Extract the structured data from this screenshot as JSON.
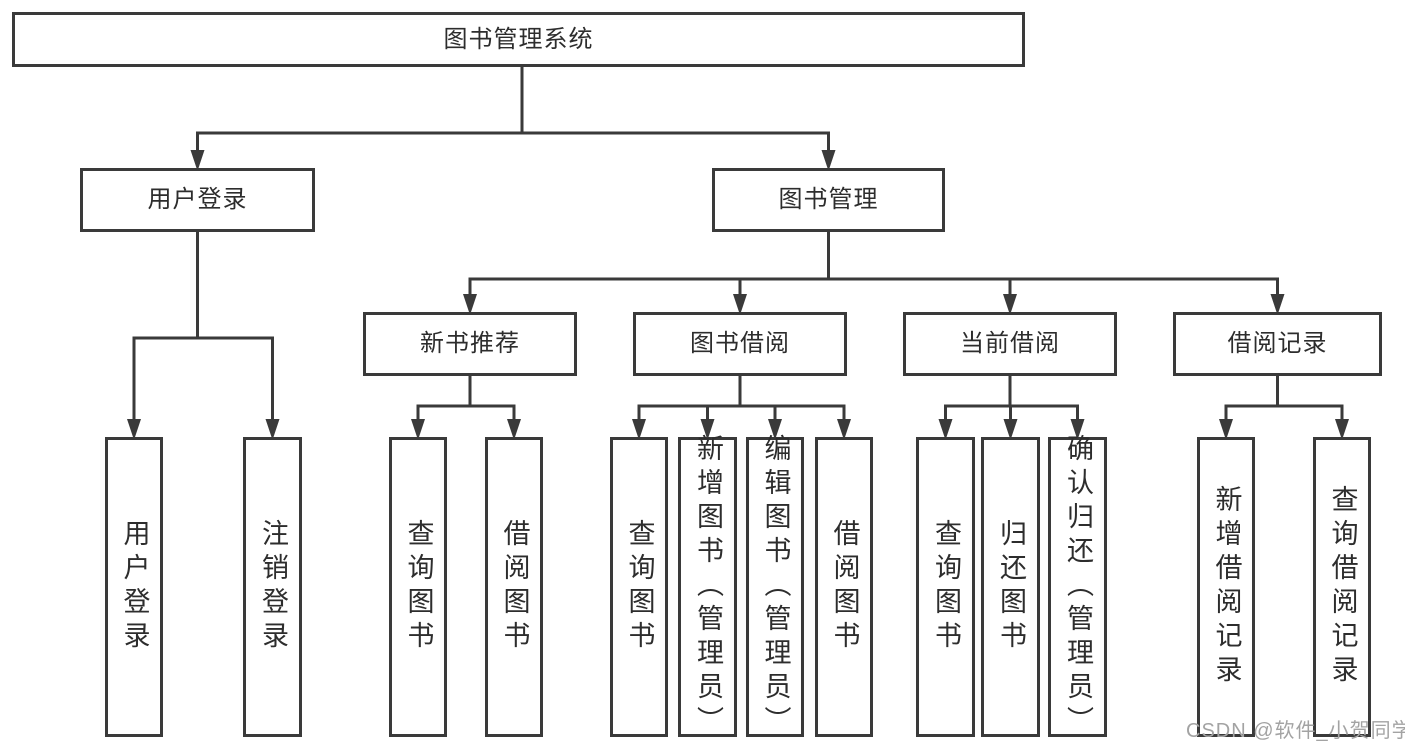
{
  "diagram": {
    "title": "图书管理系统",
    "watermark": "CSDN @软件_小贺同学",
    "colors": {
      "line": "#3a3a3a",
      "box_border": "#3a3a3a",
      "text": "#2d2d2d",
      "watermark": "#a3a3a3",
      "background": "#ffffff"
    },
    "nodes": [
      {
        "id": "root",
        "label": "图书管理系统",
        "level": 1
      },
      {
        "id": "user-login",
        "label": "用户登录",
        "level": 2
      },
      {
        "id": "book-mgmt",
        "label": "图书管理",
        "level": 2
      },
      {
        "id": "new-book-rec",
        "label": "新书推荐",
        "level": 3
      },
      {
        "id": "book-borrow",
        "label": "图书借阅",
        "level": 3
      },
      {
        "id": "current-borrow",
        "label": "当前借阅",
        "level": 3
      },
      {
        "id": "borrow-record",
        "label": "借阅记录",
        "level": 3
      },
      {
        "id": "leaf-user-login",
        "label": "用户登录",
        "level": 4
      },
      {
        "id": "leaf-logout",
        "label": "注销登录",
        "level": 4
      },
      {
        "id": "leaf-query-book-1",
        "label": "查询图书",
        "level": 4
      },
      {
        "id": "leaf-borrow-book-1",
        "label": "借阅图书",
        "level": 4
      },
      {
        "id": "leaf-query-book-2",
        "label": "查询图书",
        "level": 4
      },
      {
        "id": "leaf-add-book",
        "label": "新增图书（管理员）",
        "level": 4
      },
      {
        "id": "leaf-edit-book",
        "label": "编辑图书（管理员）",
        "level": 4
      },
      {
        "id": "leaf-borrow-book-2",
        "label": "借阅图书",
        "level": 4
      },
      {
        "id": "leaf-query-book-3",
        "label": "查询图书",
        "level": 4
      },
      {
        "id": "leaf-return-book",
        "label": "归还图书",
        "level": 4
      },
      {
        "id": "leaf-confirm-return",
        "label": "确认归还（管理员）",
        "level": 4
      },
      {
        "id": "leaf-add-borrow-record",
        "label": "新增借阅记录",
        "level": 4
      },
      {
        "id": "leaf-query-borrow-record",
        "label": "查询借阅记录",
        "level": 4
      }
    ],
    "edges": [
      {
        "from": "root",
        "to": [
          "user-login",
          "book-mgmt"
        ]
      },
      {
        "from": "user-login",
        "to": [
          "leaf-user-login",
          "leaf-logout"
        ]
      },
      {
        "from": "book-mgmt",
        "to": [
          "new-book-rec",
          "book-borrow",
          "current-borrow",
          "borrow-record"
        ]
      },
      {
        "from": "new-book-rec",
        "to": [
          "leaf-query-book-1",
          "leaf-borrow-book-1"
        ]
      },
      {
        "from": "book-borrow",
        "to": [
          "leaf-query-book-2",
          "leaf-add-book",
          "leaf-edit-book",
          "leaf-borrow-book-2"
        ]
      },
      {
        "from": "current-borrow",
        "to": [
          "leaf-query-book-3",
          "leaf-return-book",
          "leaf-confirm-return"
        ]
      },
      {
        "from": "borrow-record",
        "to": [
          "leaf-add-borrow-record",
          "leaf-query-borrow-record"
        ]
      }
    ]
  }
}
